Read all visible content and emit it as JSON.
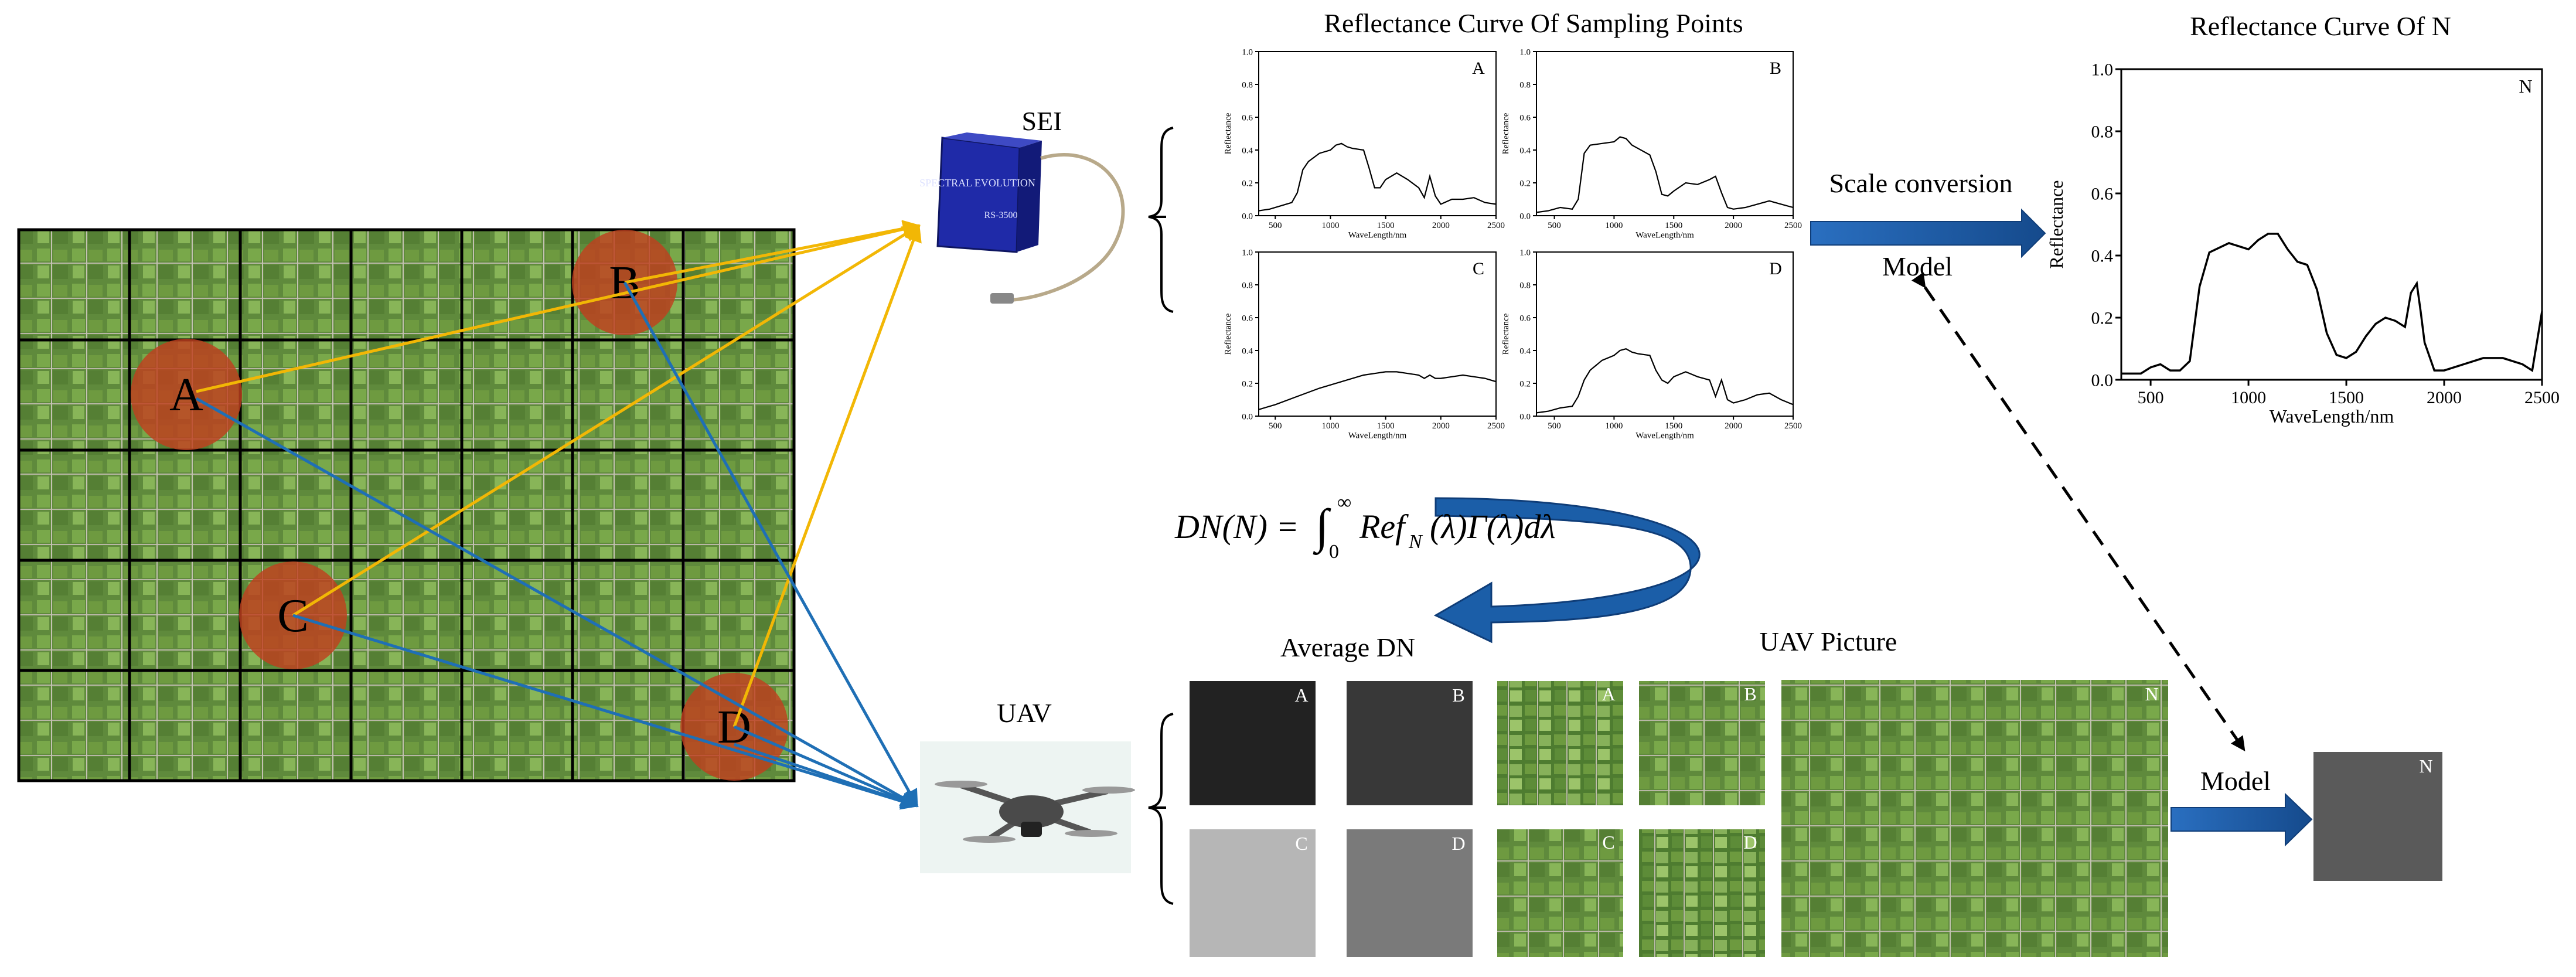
{
  "field": {
    "points": [
      {
        "id": "A",
        "label": "A"
      },
      {
        "id": "B",
        "label": "B"
      },
      {
        "id": "C",
        "label": "C"
      },
      {
        "id": "D",
        "label": "D"
      }
    ]
  },
  "sei": {
    "label": "SEI",
    "brand": "SPECTRAL EVOLUTION",
    "model": "RS-3500"
  },
  "uav": {
    "label": "UAV"
  },
  "sampling_curves": {
    "title": "Reflectance Curve Of Sampling Points",
    "xlabel": "WaveLength/nm",
    "ylabel": "Reflectance",
    "x_ticks": [
      "500",
      "1000",
      "1500",
      "2000",
      "2500"
    ],
    "y_ticks": [
      "0.0",
      "0.2",
      "0.4",
      "0.6",
      "0.8",
      "1.0"
    ]
  },
  "n_curve": {
    "title": "Reflectance Curve Of N",
    "label": "N",
    "xlabel": "WaveLength/nm",
    "ylabel": "Reflectance",
    "x_ticks": [
      "500",
      "1000",
      "1500",
      "2000",
      "2500"
    ],
    "y_ticks": [
      "0.0",
      "0.2",
      "0.4",
      "0.6",
      "0.8",
      "1.0"
    ]
  },
  "arrows": {
    "scale_conversion": "Scale conversion",
    "model_top": "Model",
    "model_bottom": "Model"
  },
  "formula": {
    "lhs": "DN(N) = ",
    "int_upper": "∞",
    "int_lower": "0",
    "body_ref": "Ref",
    "body_sub": "N",
    "body_rest": "(λ)Γ(λ)dλ"
  },
  "average_dn": {
    "title": "Average DN",
    "tiles": [
      {
        "label": "A",
        "color": "#222222"
      },
      {
        "label": "B",
        "color": "#383838"
      },
      {
        "label": "C",
        "color": "#b6b6b6"
      },
      {
        "label": "D",
        "color": "#7a7a7a"
      }
    ]
  },
  "uav_picture": {
    "title": "UAV Picture",
    "tiles": [
      {
        "label": "A"
      },
      {
        "label": "B"
      },
      {
        "label": "C"
      },
      {
        "label": "D"
      }
    ],
    "big_label": "N"
  },
  "output_tile": {
    "label": "N",
    "color": "#5a5a5a"
  },
  "colors": {
    "yellow_line": "#f2b705",
    "blue_line": "#1f6fb5",
    "arrow_blue": "#1b5ea8",
    "point_fill": "#c0401f"
  },
  "chart_data": [
    {
      "type": "line",
      "label": "A",
      "x": [
        350,
        450,
        550,
        650,
        700,
        750,
        800,
        900,
        1000,
        1050,
        1100,
        1150,
        1200,
        1300,
        1350,
        1400,
        1450,
        1500,
        1600,
        1700,
        1800,
        1850,
        1900,
        1950,
        2000,
        2100,
        2200,
        2300,
        2400,
        2500
      ],
      "y": [
        0.03,
        0.04,
        0.06,
        0.08,
        0.14,
        0.28,
        0.33,
        0.38,
        0.4,
        0.43,
        0.44,
        0.42,
        0.41,
        0.4,
        0.29,
        0.17,
        0.17,
        0.22,
        0.26,
        0.22,
        0.17,
        0.11,
        0.24,
        0.12,
        0.07,
        0.1,
        0.1,
        0.11,
        0.08,
        0.07
      ],
      "xlim": [
        350,
        2500
      ],
      "ylim": [
        0,
        1
      ]
    },
    {
      "type": "line",
      "label": "B",
      "x": [
        350,
        450,
        550,
        650,
        700,
        750,
        800,
        900,
        1000,
        1050,
        1100,
        1150,
        1200,
        1300,
        1350,
        1400,
        1450,
        1500,
        1600,
        1700,
        1800,
        1850,
        1900,
        1950,
        2000,
        2100,
        2200,
        2300,
        2400,
        2500
      ],
      "y": [
        0.02,
        0.03,
        0.05,
        0.04,
        0.1,
        0.38,
        0.43,
        0.44,
        0.45,
        0.48,
        0.47,
        0.43,
        0.41,
        0.37,
        0.27,
        0.13,
        0.12,
        0.15,
        0.2,
        0.19,
        0.22,
        0.24,
        0.14,
        0.05,
        0.04,
        0.05,
        0.07,
        0.09,
        0.07,
        0.05
      ],
      "xlim": [
        350,
        2500
      ],
      "ylim": [
        0,
        1
      ]
    },
    {
      "type": "line",
      "label": "C",
      "x": [
        350,
        500,
        700,
        900,
        1100,
        1300,
        1400,
        1500,
        1600,
        1700,
        1800,
        1850,
        1900,
        1950,
        2000,
        2100,
        2200,
        2300,
        2400,
        2500
      ],
      "y": [
        0.04,
        0.07,
        0.12,
        0.17,
        0.21,
        0.25,
        0.26,
        0.27,
        0.27,
        0.26,
        0.25,
        0.23,
        0.25,
        0.23,
        0.23,
        0.24,
        0.25,
        0.24,
        0.23,
        0.21
      ],
      "xlim": [
        350,
        2500
      ],
      "ylim": [
        0,
        1
      ]
    },
    {
      "type": "line",
      "label": "D",
      "x": [
        350,
        450,
        550,
        650,
        700,
        750,
        800,
        900,
        1000,
        1050,
        1100,
        1150,
        1200,
        1300,
        1350,
        1400,
        1450,
        1500,
        1600,
        1700,
        1800,
        1850,
        1900,
        1950,
        2000,
        2100,
        2200,
        2300,
        2400,
        2500
      ],
      "y": [
        0.02,
        0.03,
        0.05,
        0.06,
        0.12,
        0.22,
        0.28,
        0.34,
        0.37,
        0.4,
        0.41,
        0.39,
        0.38,
        0.37,
        0.28,
        0.22,
        0.2,
        0.24,
        0.27,
        0.24,
        0.22,
        0.12,
        0.22,
        0.1,
        0.08,
        0.1,
        0.13,
        0.14,
        0.1,
        0.07
      ],
      "xlim": [
        350,
        2500
      ],
      "ylim": [
        0,
        1
      ]
    },
    {
      "type": "line",
      "label": "N",
      "x": [
        350,
        450,
        500,
        550,
        600,
        650,
        700,
        750,
        800,
        900,
        950,
        1000,
        1050,
        1100,
        1150,
        1200,
        1250,
        1300,
        1350,
        1400,
        1450,
        1500,
        1550,
        1600,
        1650,
        1700,
        1750,
        1800,
        1830,
        1860,
        1880,
        1900,
        1950,
        2000,
        2100,
        2200,
        2300,
        2400,
        2450,
        2500
      ],
      "y": [
        0.02,
        0.02,
        0.04,
        0.05,
        0.03,
        0.03,
        0.06,
        0.3,
        0.41,
        0.44,
        0.43,
        0.42,
        0.45,
        0.47,
        0.47,
        0.42,
        0.38,
        0.37,
        0.29,
        0.15,
        0.08,
        0.07,
        0.09,
        0.14,
        0.18,
        0.2,
        0.19,
        0.17,
        0.28,
        0.31,
        0.22,
        0.12,
        0.03,
        0.03,
        0.05,
        0.07,
        0.07,
        0.05,
        0.03,
        0.22
      ],
      "xlim": [
        350,
        2500
      ],
      "ylim": [
        0,
        1
      ]
    }
  ]
}
